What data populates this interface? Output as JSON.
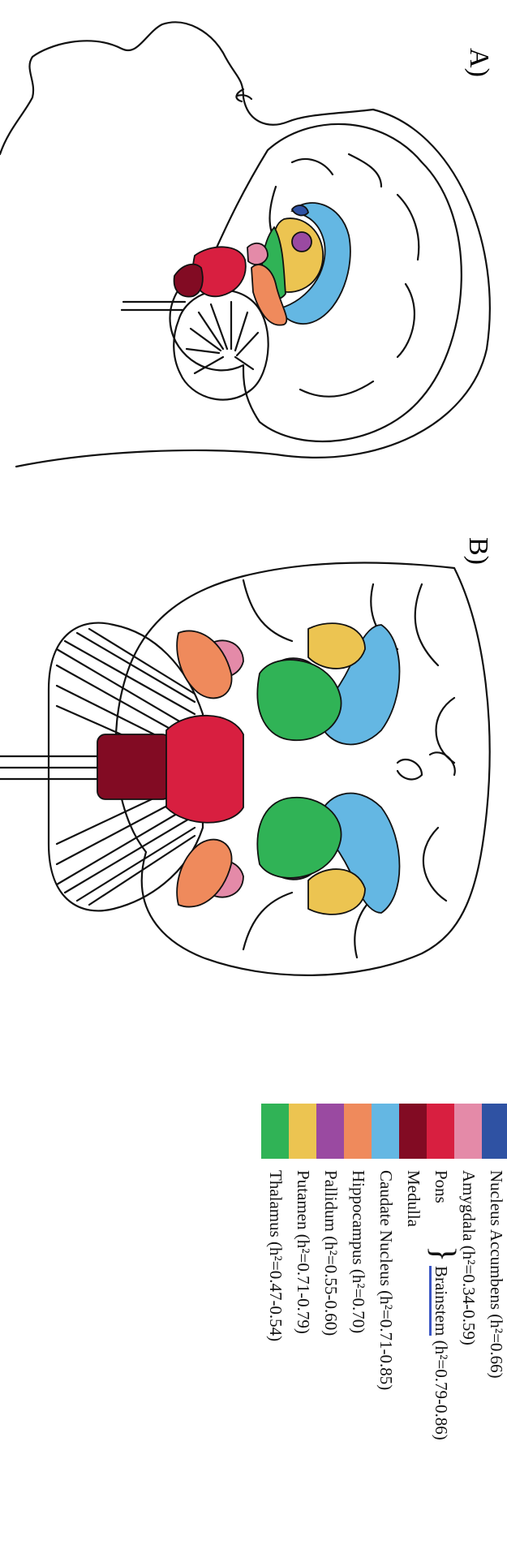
{
  "panels": {
    "a_label": "A)",
    "b_label": "B)"
  },
  "legend": {
    "items": [
      {
        "label": "Nucleus Accumbens (h²=0.66)",
        "color": "#2f52a3"
      },
      {
        "label": "Amygdala (h²=0.34-0.59)",
        "color": "#e48aa8"
      },
      {
        "label": "Pons",
        "color": "#d81f40"
      },
      {
        "label": "Medulla",
        "color": "#820b23"
      },
      {
        "label": "Caudate Nucleus (h²=0.71-0.85)",
        "color": "#64b7e3"
      },
      {
        "label": "Hippocampus (h²=0.70)",
        "color": "#ef8a5c"
      },
      {
        "label": "Pallidum (h²=0.55-0.60)",
        "color": "#9a4aa1"
      },
      {
        "label": "Putamen (h²=0.71-0.79)",
        "color": "#ecc451"
      },
      {
        "label": "Thalamus (h²=0.47-0.54)",
        "color": "#30b356"
      }
    ],
    "brainstem_bracket": "}",
    "brainstem_name": "Brainstem",
    "brainstem_h2": " (h²=0.79-0.86)"
  }
}
